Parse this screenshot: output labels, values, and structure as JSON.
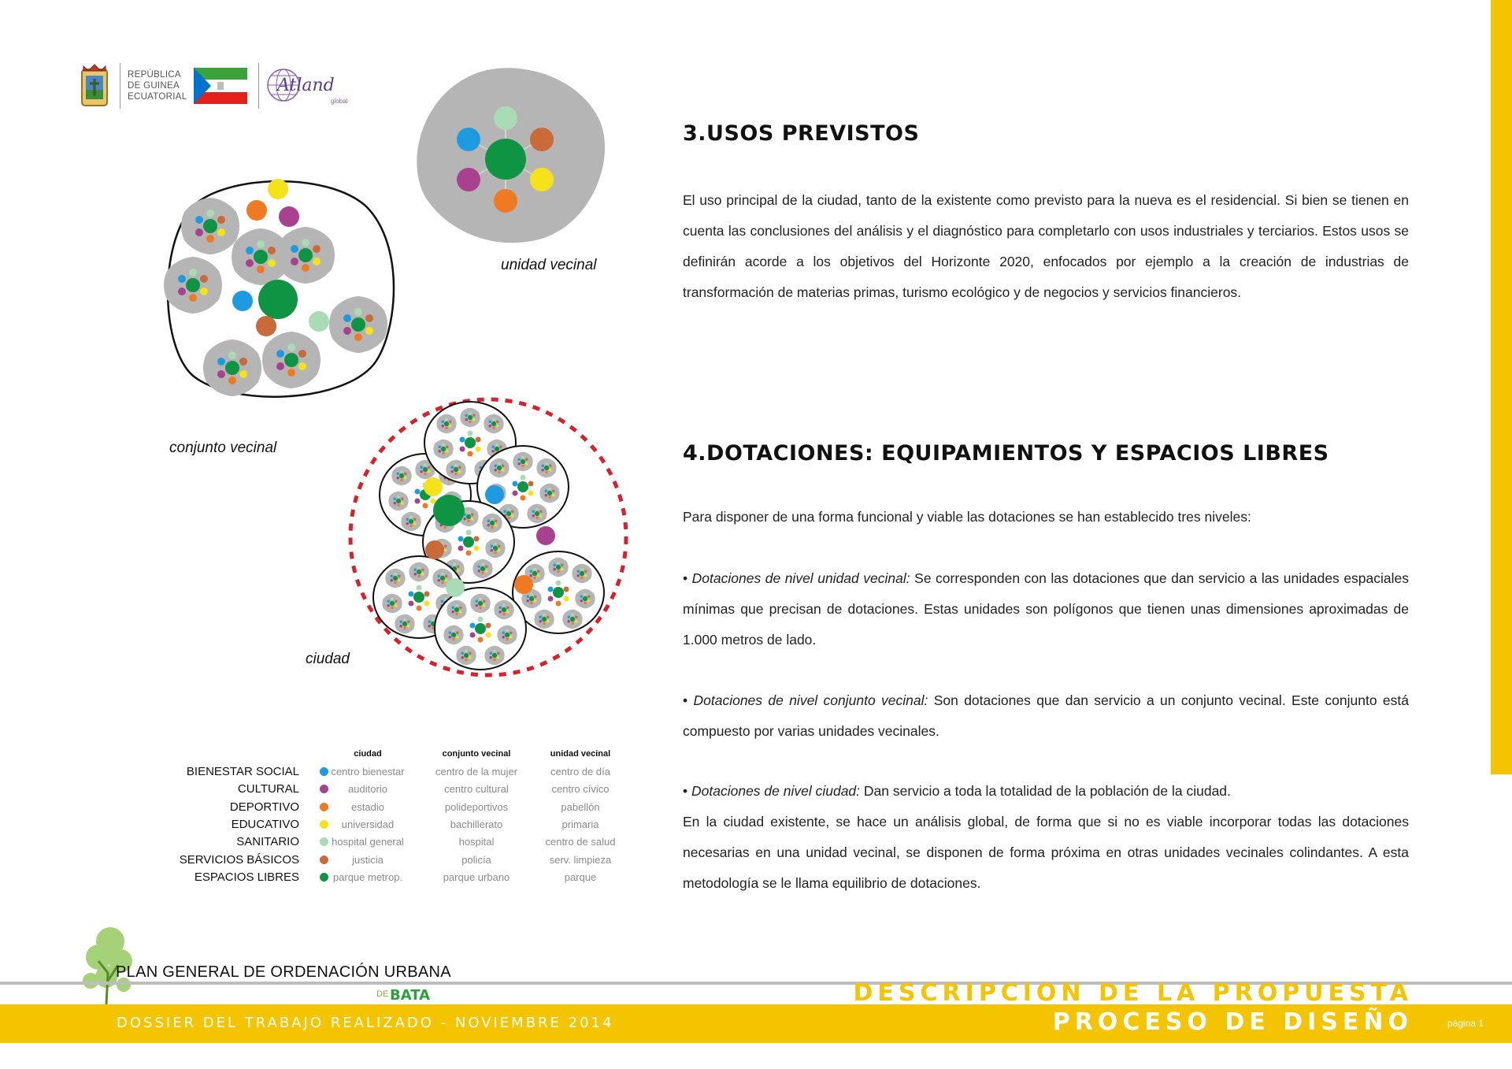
{
  "header": {
    "republic_line1": "REPÚBLICA",
    "republic_line2": "DE GUINEA",
    "republic_line3": "ECUATORIAL",
    "brand": "Atland",
    "brand_sub": "global"
  },
  "section3": {
    "title": "3.USOS PREVISTOS",
    "paragraph": "El uso principal de la ciudad, tanto de la existente como previsto para la nueva es el residencial. Si bien se tienen en cuenta las conclusiones del análisis y el diagnóstico para completarlo con usos industriales y terciarios. Estos usos se definirán acorde a los objetivos del Horizonte 2020, enfocados por ejemplo a la creación de industrias de transformación de materias primas, turismo ecológico y de negocios y servicios financieros."
  },
  "section4": {
    "title": "4.DOTACIONES: EQUIPAMIENTOS Y ESPACIOS LIBRES",
    "intro": "Para disponer de una forma funcional y viable las dotaciones se han establecido tres niveles:",
    "items": [
      {
        "label": "Dotaciones de nivel unidad vecinal:",
        "text": " Se corresponden con las dotaciones que dan servicio a las unidades espaciales mínimas que precisan de dotaciones. Estas unidades son polígonos que tienen unas dimensiones aproximadas de 1.000 metros de lado."
      },
      {
        "label": "Dotaciones de nivel conjunto vecinal:",
        "text": " Son dotaciones que dan servicio a un conjunto vecinal. Este conjunto está compuesto por varias unidades vecinales."
      },
      {
        "label": "Dotaciones de nivel ciudad:",
        "text": " Dan servicio a toda la totalidad de la población de la ciudad."
      }
    ],
    "closing": "En la ciudad existente, se hace un análisis global, de forma que si no es viable incorporar todas las dotaciones necesarias en una unidad vecinal, se disponen de forma próxima en otras unidades vecinales colindantes. A esta metodología se le llama equilibrio de dotaciones."
  },
  "diagram": {
    "label_unidad": "unidad vecinal",
    "label_conjunto": "conjunto vecinal",
    "label_ciudad": "ciudad"
  },
  "legend": {
    "headers": [
      "ciudad",
      "conjunto vecinal",
      "unidad vecinal"
    ],
    "rows": [
      {
        "category": "BIENESTAR SOCIAL",
        "color": "#1e9be0",
        "ciudad": "centro bienestar",
        "conjunto": "centro de la mujer",
        "unidad": "centro de día"
      },
      {
        "category": "CULTURAL",
        "color": "#a8418f",
        "ciudad": "auditorio",
        "conjunto": "centro cultural",
        "unidad": "centro cívico"
      },
      {
        "category": "DEPORTIVO",
        "color": "#ef7a22",
        "ciudad": "estadio",
        "conjunto": "polideportivos",
        "unidad": "pabellón"
      },
      {
        "category": "EDUCATIVO",
        "color": "#f5e21b",
        "ciudad": "universidad",
        "conjunto": "bachillerato",
        "unidad": "primaria"
      },
      {
        "category": "SANITARIO",
        "color": "#a9dcb6",
        "ciudad": "hospital general",
        "conjunto": "hospital",
        "unidad": "centro de salud"
      },
      {
        "category": "SERVICIOS BÁSICOS",
        "color": "#c86a3a",
        "ciudad": "justicia",
        "conjunto": "policía",
        "unidad": "serv. limpieza"
      },
      {
        "category": "ESPACIOS LIBRES",
        "color": "#0f9444",
        "ciudad": "parque metrop.",
        "conjunto": "parque urbano",
        "unidad": "parque"
      }
    ]
  },
  "footer": {
    "plan": "PLAN GENERAL DE ORDENACIÓN URBANA",
    "de": "DE",
    "bata": "BATA",
    "dossier": "DOSSIER DEL TRABAJO REALIZADO - NOVIEMBRE 2014",
    "title_top": "DESCRIPCION DE LA PROPUESTA",
    "title_bottom": "PROCESO DE DISEÑO",
    "page": "página 1"
  },
  "colors": {
    "accent_yellow": "#f5c400",
    "gray_shape": "#b5b5b5",
    "dashed_red": "#d7222b"
  }
}
